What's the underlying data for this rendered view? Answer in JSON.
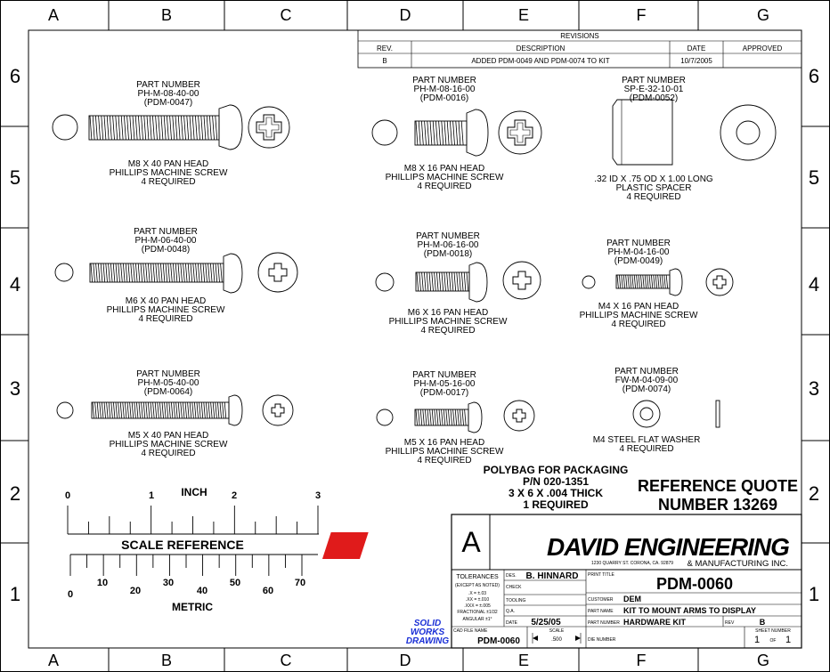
{
  "zones": {
    "cols": [
      "A",
      "B",
      "C",
      "D",
      "E",
      "F",
      "G"
    ],
    "rows": [
      "6",
      "5",
      "4",
      "3",
      "2",
      "1"
    ]
  },
  "revisions": {
    "title": "REVISIONS",
    "headers": [
      "REV.",
      "DESCRIPTION",
      "DATE",
      "APPROVED"
    ],
    "rows": [
      {
        "rev": "B",
        "description": "ADDED PDM-0049 AND PDM-0074 TO KIT",
        "date": "10/7/2005",
        "approved": ""
      }
    ]
  },
  "parts": [
    {
      "id": "p47",
      "pn_label": "PART NUMBER",
      "pn": "PH-M-08-40-00",
      "pdm": "(PDM-0047)",
      "desc": [
        "M8 X 40 PAN HEAD",
        "PHILLIPS MACHINE SCREW",
        "4 REQUIRED"
      ]
    },
    {
      "id": "p16",
      "pn_label": "PART NUMBER",
      "pn": "PH-M-08-16-00",
      "pdm": "(PDM-0016)",
      "desc": [
        "M8 X 16 PAN HEAD",
        "PHILLIPS MACHINE SCREW",
        "4 REQUIRED"
      ]
    },
    {
      "id": "p52",
      "pn_label": "PART NUMBER",
      "pn": "SP-E-32-10-01",
      "pdm": "(PDM-0052)",
      "desc": [
        ".32 ID X .75 OD X 1.00 LONG",
        "PLASTIC SPACER",
        "4 REQUIRED"
      ]
    },
    {
      "id": "p48",
      "pn_label": "PART NUMBER",
      "pn": "PH-M-06-40-00",
      "pdm": "(PDM-0048)",
      "desc": [
        "M6 X 40 PAN HEAD",
        "PHILLIPS MACHINE SCREW",
        "4 REQUIRED"
      ]
    },
    {
      "id": "p18",
      "pn_label": "PART NUMBER",
      "pn": "PH-M-06-16-00",
      "pdm": "(PDM-0018)",
      "desc": [
        "M6 X 16 PAN HEAD",
        "PHILLIPS MACHINE SCREW",
        "4 REQUIRED"
      ]
    },
    {
      "id": "p49",
      "pn_label": "PART NUMBER",
      "pn": "PH-M-04-16-00",
      "pdm": "(PDM-0049)",
      "desc": [
        "M4 X 16 PAN HEAD",
        "PHILLIPS MACHINE SCREW",
        "4 REQUIRED"
      ]
    },
    {
      "id": "p64",
      "pn_label": "PART NUMBER",
      "pn": "PH-M-05-40-00",
      "pdm": "(PDM-0064)",
      "desc": [
        "M5 X 40 PAN HEAD",
        "PHILLIPS MACHINE SCREW",
        "4 REQUIRED"
      ]
    },
    {
      "id": "p17",
      "pn_label": "PART NUMBER",
      "pn": "PH-M-05-16-00",
      "pdm": "(PDM-0017)",
      "desc": [
        "M5 X 16 PAN HEAD",
        "PHILLIPS MACHINE SCREW",
        "4 REQUIRED"
      ]
    },
    {
      "id": "p74",
      "pn_label": "PART NUMBER",
      "pn": "FW-M-04-09-00",
      "pdm": "(PDM-0074)",
      "desc": [
        "M4 STEEL FLAT WASHER",
        "4 REQUIRED"
      ]
    }
  ],
  "polybag": [
    "POLYBAG FOR PACKAGING",
    "P/N 020-1351",
    "3 X 6 X .004 THICK",
    "1 REQUIRED"
  ],
  "reference": [
    "REFERENCE QUOTE",
    "NUMBER 13269"
  ],
  "scale": {
    "inch_label": "INCH",
    "inch_ticks": [
      "0",
      "1",
      "2",
      "3"
    ],
    "title": "SCALE REFERENCE",
    "metric_label": "METRIC",
    "metric_ticks": [
      "0",
      "10",
      "20",
      "30",
      "40",
      "50",
      "60",
      "70"
    ]
  },
  "title_block": {
    "size": "A",
    "company": "DAVID ENGINEERING",
    "company_sub": "& MANUFACTURING INC.",
    "address": "1230 QUARRY ST. CORONA, CA. 92879",
    "tolerances": "TOLERANCES",
    "except": "(EXCEPT AS NOTED)",
    "tol_lines": [
      ".X = ±.03",
      ".XX = ±.010",
      ".XXX = ±.005",
      "FRACTIONAL ±1/32",
      "ANGULAR ±1°"
    ],
    "des_label": "DES.",
    "designer": "B. HINNARD",
    "check_label": "CHECK",
    "tooling_label": "TOOLING",
    "qa_label": "Q.A.",
    "date_label": "DATE",
    "date": "5/25/05",
    "print_title_label": "PRINT TITLE",
    "print_title": "PDM-0060",
    "customer_label": "CUSTOMER",
    "customer": "DEM",
    "part_name_label": "PART NAME",
    "part_name": "KIT TO MOUNT ARMS TO DISPLAY",
    "part_number_label": "PART NUMBER",
    "part_number": "HARDWARE KIT",
    "rev_label": "REV",
    "rev": "B",
    "sheet_label": "SHEET NUMBER",
    "sheet": "1",
    "of": "OF",
    "sheets": "1",
    "cad_label": "CAD FILE NAME",
    "cad_file": "PDM-0060",
    "scale_label": "SCALE",
    "scale_value": ".500",
    "die_label": "DIE NUMBER",
    "solid": [
      "SOLID",
      "WORKS",
      "DRAWING"
    ]
  },
  "colors": {
    "logo_red": "#e01b1b",
    "solid_blue": "#1a2fd6"
  }
}
